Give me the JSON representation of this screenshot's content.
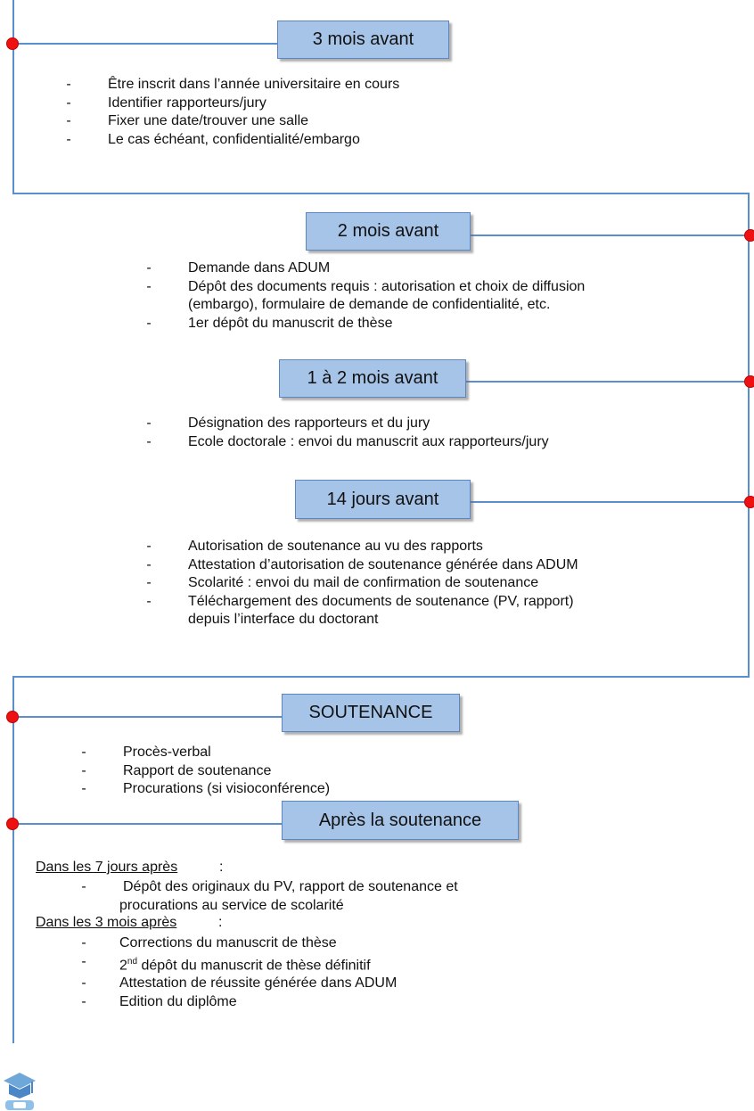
{
  "phases": {
    "p1": {
      "title": "3 mois avant",
      "items": [
        "Être inscrit dans l’année universitaire en cours",
        "Identifier rapporteurs/jury",
        "Fixer une date/trouver une salle",
        "Le cas échéant, confidentialité/embargo"
      ]
    },
    "p2": {
      "title": "2 mois avant",
      "items": [
        "Demande dans ADUM",
        "Dépôt des documents requis : autorisation et choix de diffusion",
        "(embargo), formulaire de demande de confidentialité, etc.",
        "1er dépôt du manuscrit de thèse"
      ]
    },
    "p3": {
      "title": "1 à 2 mois avant",
      "items": [
        "Désignation des rapporteurs et du jury",
        "Ecole doctorale : envoi du manuscrit aux rapporteurs/jury"
      ]
    },
    "p4": {
      "title": "14 jours avant",
      "items": [
        "Autorisation de soutenance au vu des rapports",
        "Attestation d’autorisation de soutenance générée dans ADUM",
        "Scolarité : envoi du mail de confirmation de soutenance",
        "Téléchargement des documents de soutenance (PV, rapport)",
        "depuis l’interface du doctorant"
      ]
    },
    "p5": {
      "title": "SOUTENANCE",
      "items": [
        "Procès-verbal",
        "Rapport de soutenance",
        "Procurations (si visioconférence)"
      ]
    },
    "p6": {
      "title": "Après la soutenance",
      "sub1": "Dans les 7 jours après",
      "colon": " :",
      "items1": [
        "Dépôt des originaux du PV, rapport de soutenance et",
        "procurations au service de scolarité"
      ],
      "sub2": "Dans les 3 mois après",
      "items2": [
        "Corrections du manuscrit de thèse",
        "dépôt du manuscrit de thèse définitif",
        "Attestation de réussite générée dans ADUM",
        "Edition du diplôme"
      ],
      "ordinal_num": "2",
      "ordinal_sup": "nd"
    }
  },
  "dash": "-",
  "colors": {
    "line": "#5b8fcc",
    "dot": "#ee1111",
    "box": "#a6c3e8"
  },
  "icons": {
    "logo": "graduation-cap-icon"
  }
}
